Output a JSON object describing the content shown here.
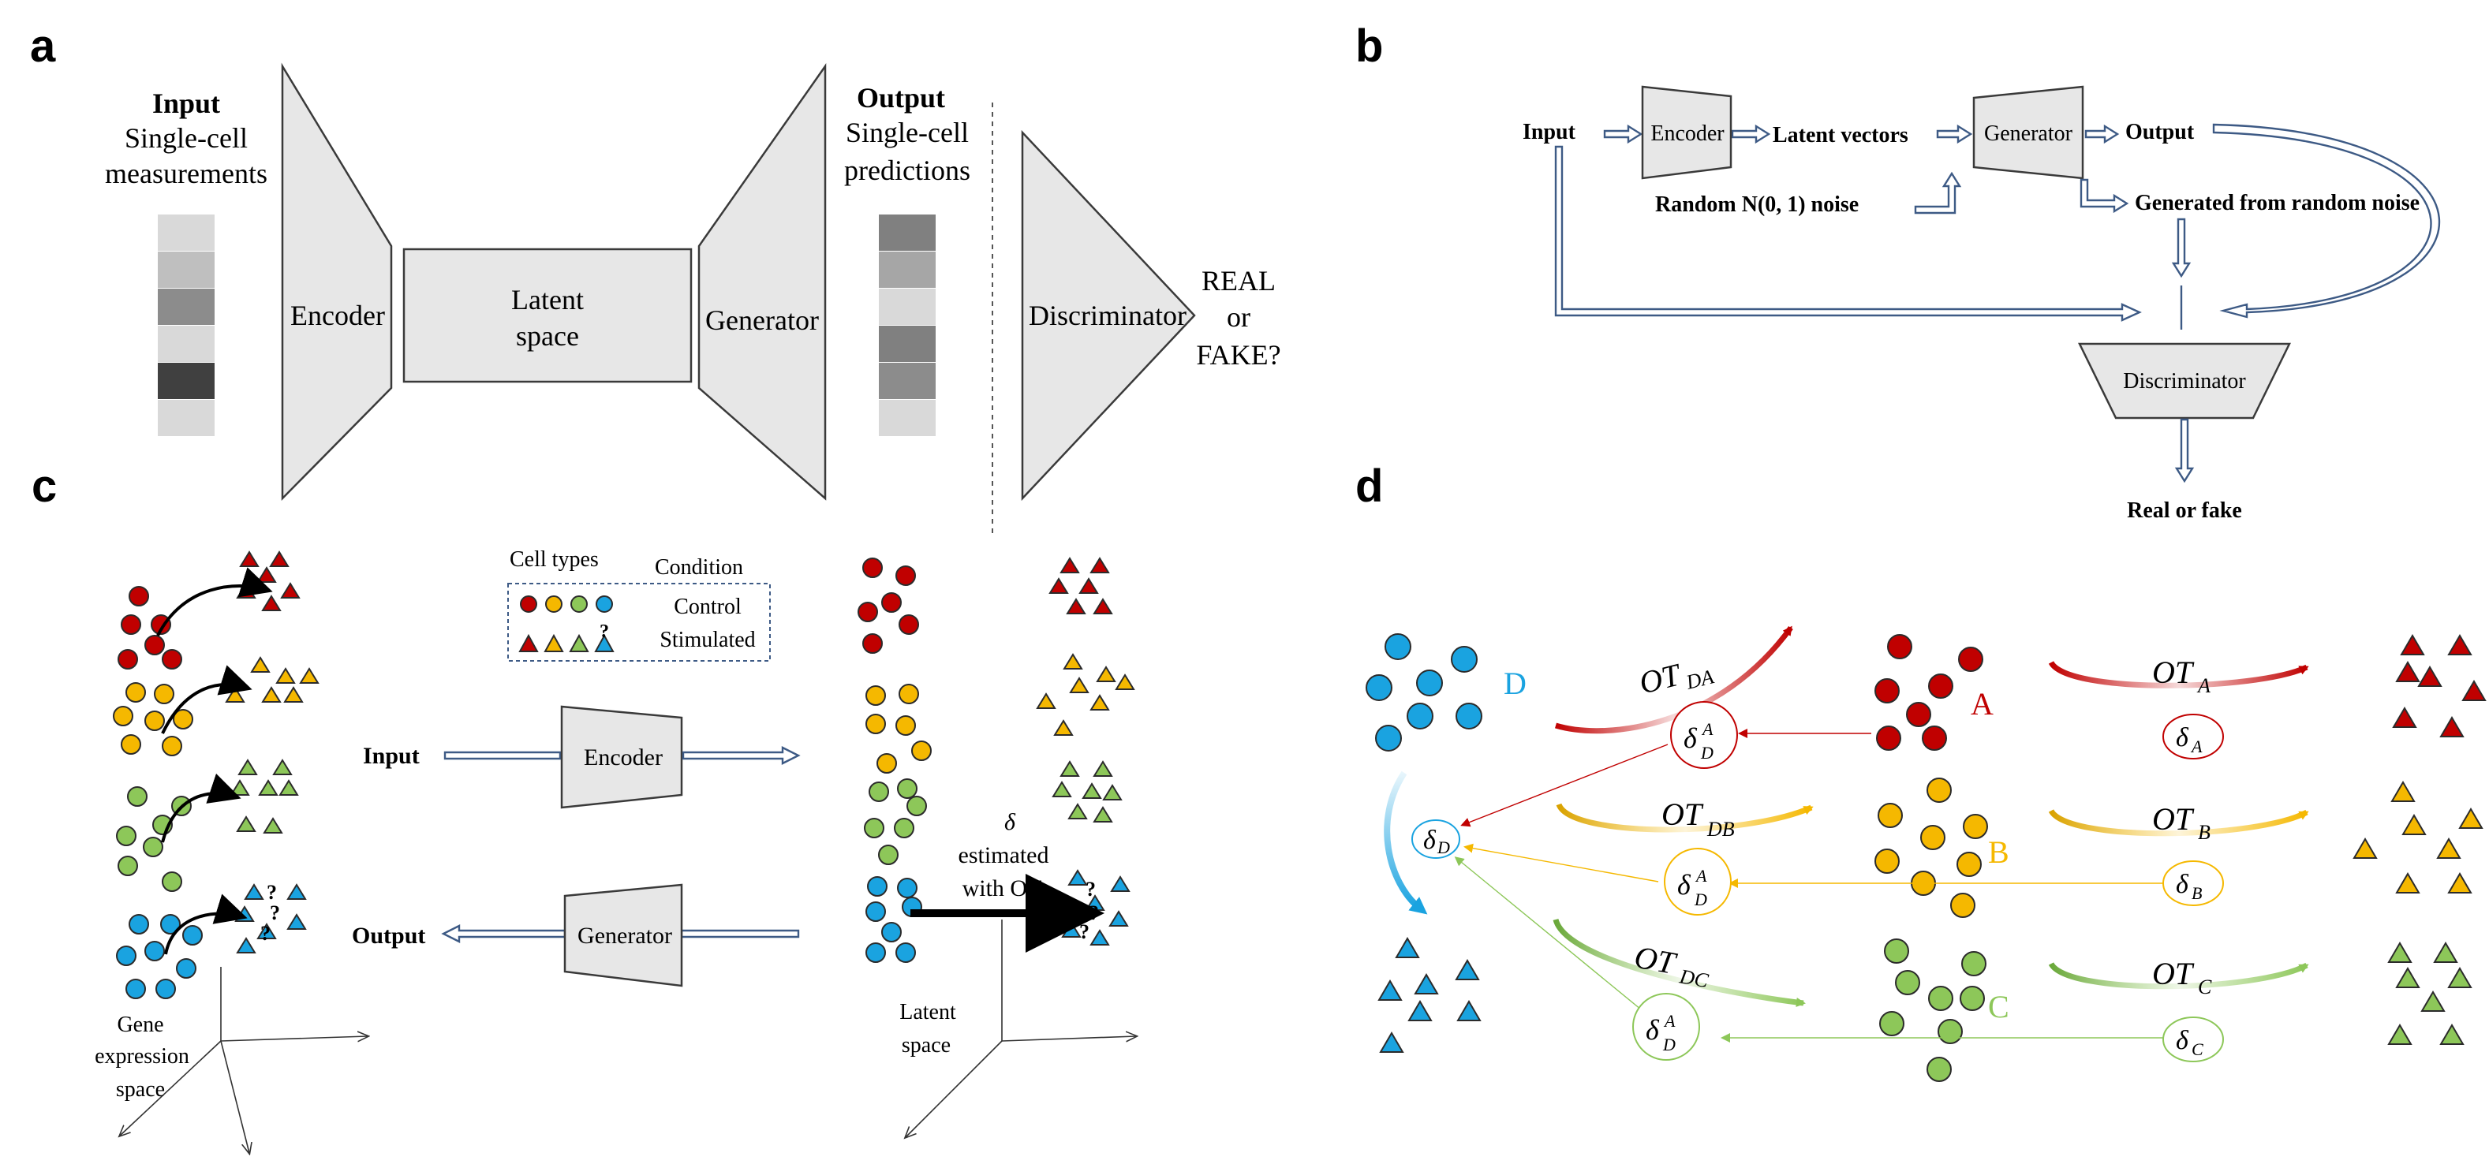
{
  "panels": {
    "a": {
      "label": "a",
      "input_title": "Input",
      "input_sub1": "Single-cell",
      "input_sub2": "measurements",
      "encoder": "Encoder",
      "latent1": "Latent",
      "latent2": "space",
      "generator": "Generator",
      "output_title": "Output",
      "output_sub1": "Single-cell",
      "output_sub2": "predictions",
      "discriminator": "Discriminator",
      "q1": "REAL",
      "q2": "or",
      "q3": "FAKE?"
    },
    "b": {
      "label": "b",
      "input": "Input",
      "encoder": "Encoder",
      "latent_vectors": "Latent vectors",
      "generator": "Generator",
      "output": "Output",
      "noise": "Random N(0, 1) noise",
      "generated": "Generated from random noise",
      "discriminator": "Discriminator",
      "real_fake": "Real or fake"
    },
    "c": {
      "label": "c",
      "legend_cell_types": "Cell types",
      "legend_condition": "Condition",
      "legend_control": "Control",
      "legend_stimulated": "Stimulated",
      "input": "Input",
      "encoder": "Encoder",
      "output": "Output",
      "generator": "Generator",
      "gene1": "Gene",
      "gene2": "expression",
      "gene3": "space",
      "delta": "δ",
      "estimated": "estimated",
      "with_ot": "with OT",
      "latent1": "Latent",
      "latent2": "space",
      "qmark": "?"
    },
    "d": {
      "label": "d",
      "A": "A",
      "B": "B",
      "C": "C",
      "D": "D",
      "ot": "OT",
      "delta": "δ",
      "sup_A": "A",
      "sub_D": "D",
      "sub_DA": "DA",
      "sub_DB": "DB",
      "sub_DC": "DC",
      "sub_A": "A",
      "sub_B": "B",
      "sub_C": "C"
    }
  },
  "colors": {
    "red": "#c00000",
    "yellow": "#f5b800",
    "green": "#8dc759",
    "blue": "#1aa3e0",
    "box_fill": "#e7e7e7",
    "arrow_outline": "#3d5a85"
  }
}
